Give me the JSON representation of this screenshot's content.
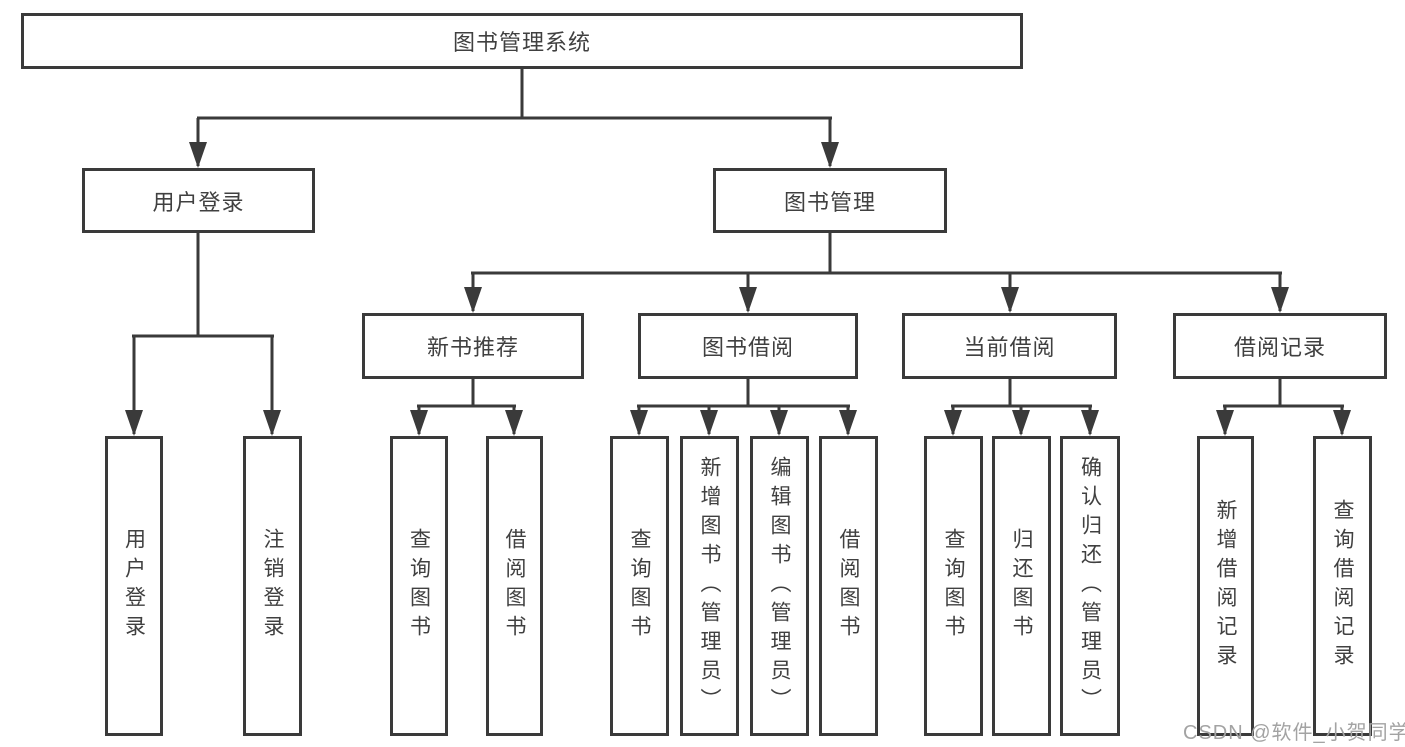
{
  "diagram": {
    "root": {
      "label": "图书管理系统"
    },
    "level2": {
      "user_login": {
        "label": "用户登录"
      },
      "book_mgmt": {
        "label": "图书管理"
      }
    },
    "level3": {
      "new_books": {
        "label": "新书推荐"
      },
      "borrowing": {
        "label": "图书借阅"
      },
      "current": {
        "label": "当前借阅"
      },
      "records": {
        "label": "借阅记录"
      }
    },
    "leaves": {
      "user_login": [
        "用户登录",
        "注销登录"
      ],
      "new_books": [
        "查询图书",
        "借阅图书"
      ],
      "borrowing": [
        "查询图书",
        "新增图书（管理员）",
        "编辑图书（管理员）",
        "借阅图书"
      ],
      "current": [
        "查询图书",
        "归还图书",
        "确认归还（管理员）"
      ],
      "records": [
        "新增借阅记录",
        "查询借阅记录"
      ]
    },
    "colors": {
      "line": "#3a3a3a",
      "text": "#404040",
      "watermark": "#a3a3a3"
    },
    "watermark": "CSDN @软件_小贺同学"
  }
}
